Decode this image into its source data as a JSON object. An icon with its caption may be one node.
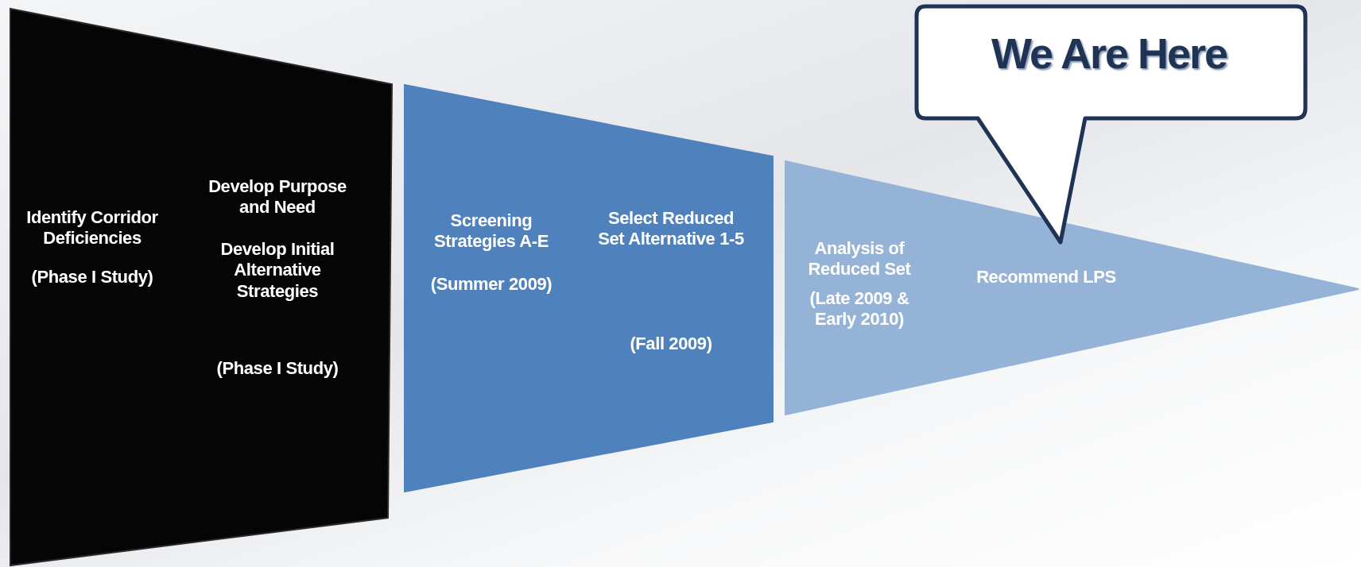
{
  "diagram": {
    "nodes": [
      {
        "text": [
          "Identify Corridor Deficiencies",
          "(Phase I Study)",
          "**De**velop Purpose and Need",
          "Develop Initial Alternative Strategies",
          "(Phase I Study)"
        ]
      },
      {
        "text": [
          "Screening Strategies A-E",
          "(Summer 2009)",
          "Select Reduced Set Alternative 1-5",
          "(Fall 2009)"
        ]
      },
      {
        "text": [
          "Analysis of Reduced Set",
          "(Late 2009 & Early 2010)",
          "Recommend LPS"
        ]
      },
      {
        "text": [
          "We Are Here"
        ]
      }
    ]
  }
}
